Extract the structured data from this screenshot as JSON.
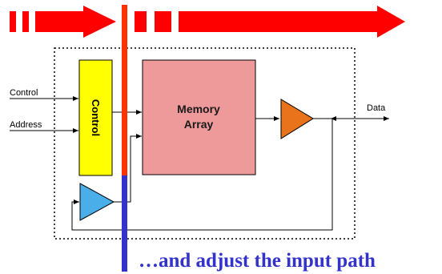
{
  "labels": {
    "control_input": "Control",
    "address_input": "Address",
    "control_block": "Control",
    "memory_line1": "Memory",
    "memory_line2": "Array",
    "data_output": "Data"
  },
  "caption": "…and adjust the input path",
  "colors": {
    "arrow_red": "#ff0000",
    "bar_red": "#ff3300",
    "bar_blue": "#3333cc",
    "caption_blue": "#3333cc",
    "control_fill": "#ffff00",
    "memory_fill": "#ee9a9a",
    "output_amp": "#e8731a",
    "input_amp": "#4aaee8"
  }
}
